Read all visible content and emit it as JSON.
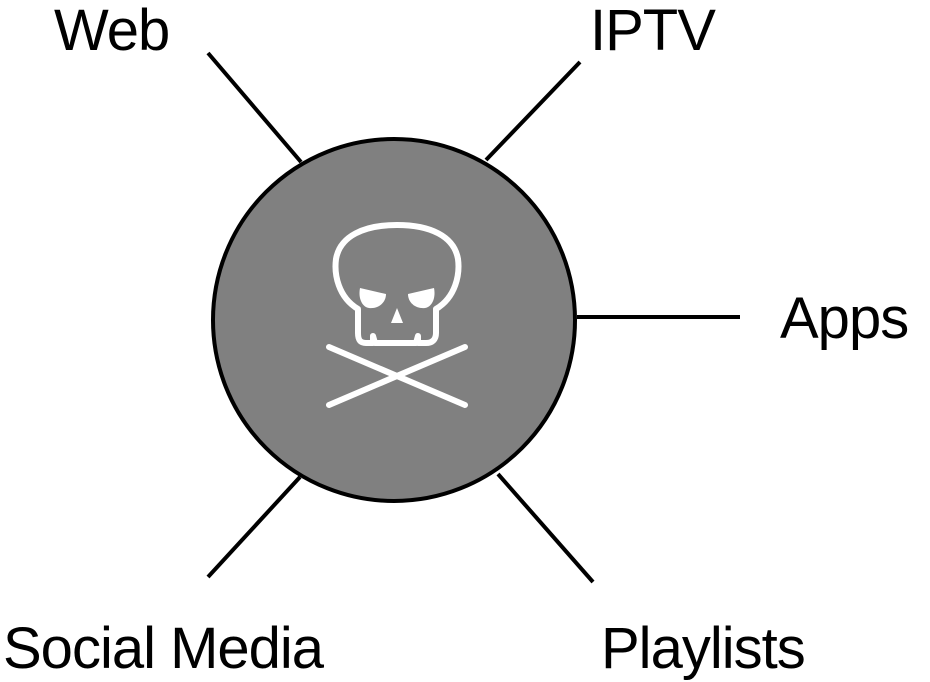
{
  "hub": {
    "icon": "skull-and-crossbones-icon",
    "fill_color": "#808080",
    "stroke_color": "#000000",
    "icon_color": "#ffffff"
  },
  "spokes": [
    {
      "key": "web",
      "label": "Web"
    },
    {
      "key": "iptv",
      "label": "IPTV"
    },
    {
      "key": "apps",
      "label": "Apps"
    },
    {
      "key": "social",
      "label": "Social Media"
    },
    {
      "key": "playlists",
      "label": "Playlists"
    }
  ]
}
